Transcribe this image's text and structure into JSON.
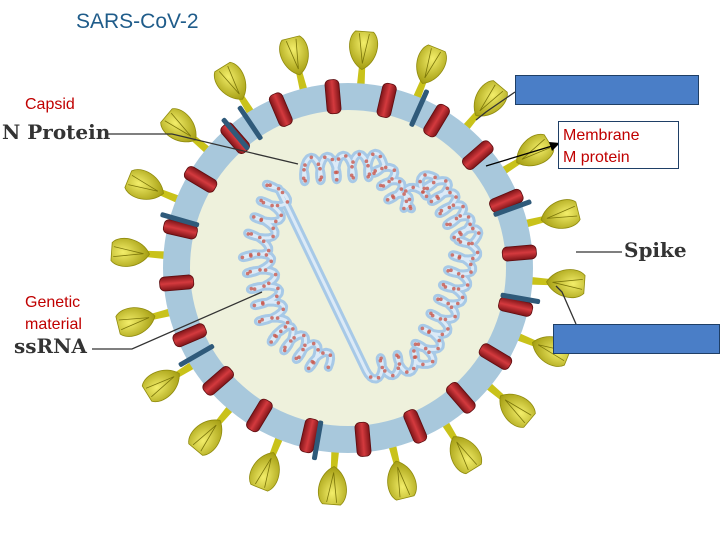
{
  "title": "SARS-CoV-2",
  "labels": {
    "capsid": "Capsid",
    "n_protein": "N Protein",
    "membrane_line1": "Membrane",
    "membrane_line2": "M protein",
    "spike": "Spike",
    "genetic_line1": "Genetic",
    "genetic_line2": "material",
    "ssrna": "ssRNA"
  },
  "colors": {
    "title": "#1f5c8a",
    "label_red": "#c00000",
    "blue_box": "#4a7ec7",
    "envelope": "#a8c8dc",
    "interior": "#eef1dc",
    "spike_yellow": "#c9c21a",
    "m_protein_red": "#b3262a",
    "e_protein_blue": "#2f5a7a",
    "rna": "#9fc4e8"
  },
  "icons": {
    "virus": "coronavirus-illustration"
  }
}
